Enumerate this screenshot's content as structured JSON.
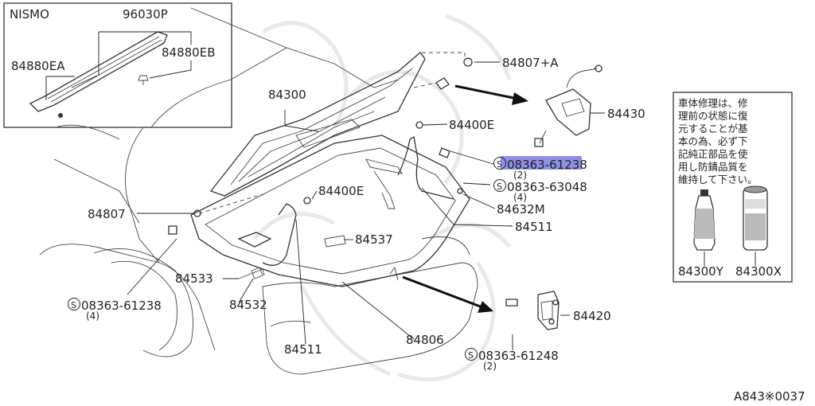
{
  "inset": {
    "title": "NISMO",
    "labels": [
      "96030P",
      "84880EA",
      "84880EB"
    ]
  },
  "parts": {
    "p84807_a": "84807+A",
    "p84430": "84430",
    "p84400e_top": "84400E",
    "p84300": "84300",
    "s_61238_top": "08363-61238",
    "s_61238_top_qty": "(2)",
    "s_63048": "08363-63048",
    "s_63048_qty": "(4)",
    "p84400e_mid": "84400E",
    "p84807": "84807",
    "p84632m": "84632M",
    "p84511_right": "84511",
    "p84537": "84537",
    "p84533": "84533",
    "p84532": "84532",
    "s_61238_bottom": "08363-61238",
    "s_61238_bottom_qty": "(4)",
    "p84511_bottom": "84511",
    "p84806": "84806",
    "p84420": "84420",
    "s_61248": "08363-61248",
    "s_61248_qty": "(2)"
  },
  "screw_symbol": "S",
  "note": {
    "lines": [
      "車体修理は、修",
      "理前の状態に復",
      "元することが基",
      "本の為、必ず下",
      "記純正部品を使",
      "用し防錆品質を",
      "維持して下さい。"
    ],
    "products": [
      "84300Y",
      "84300X"
    ]
  },
  "diagram_id": "A843※0037",
  "colors": {
    "highlight": "#8f8fe6",
    "line": "#333333"
  }
}
